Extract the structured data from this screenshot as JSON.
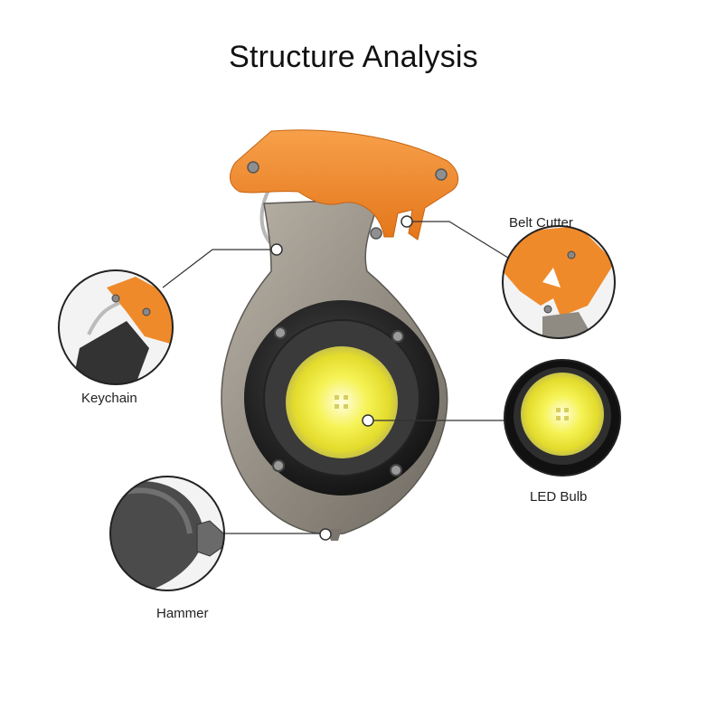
{
  "title": "Structure Analysis",
  "callouts": {
    "keychain": "Keychain",
    "belt_cutter": "Belt Cutter",
    "led_bulb": "LED Bulb",
    "hammer": "Hammer"
  },
  "colors": {
    "orange_handle": "#f08a2a",
    "steel_body": "#9a948a",
    "rubber_ring": "#2b2b2b",
    "led_yellow": "#f4f24a",
    "connector_line": "#333333"
  }
}
